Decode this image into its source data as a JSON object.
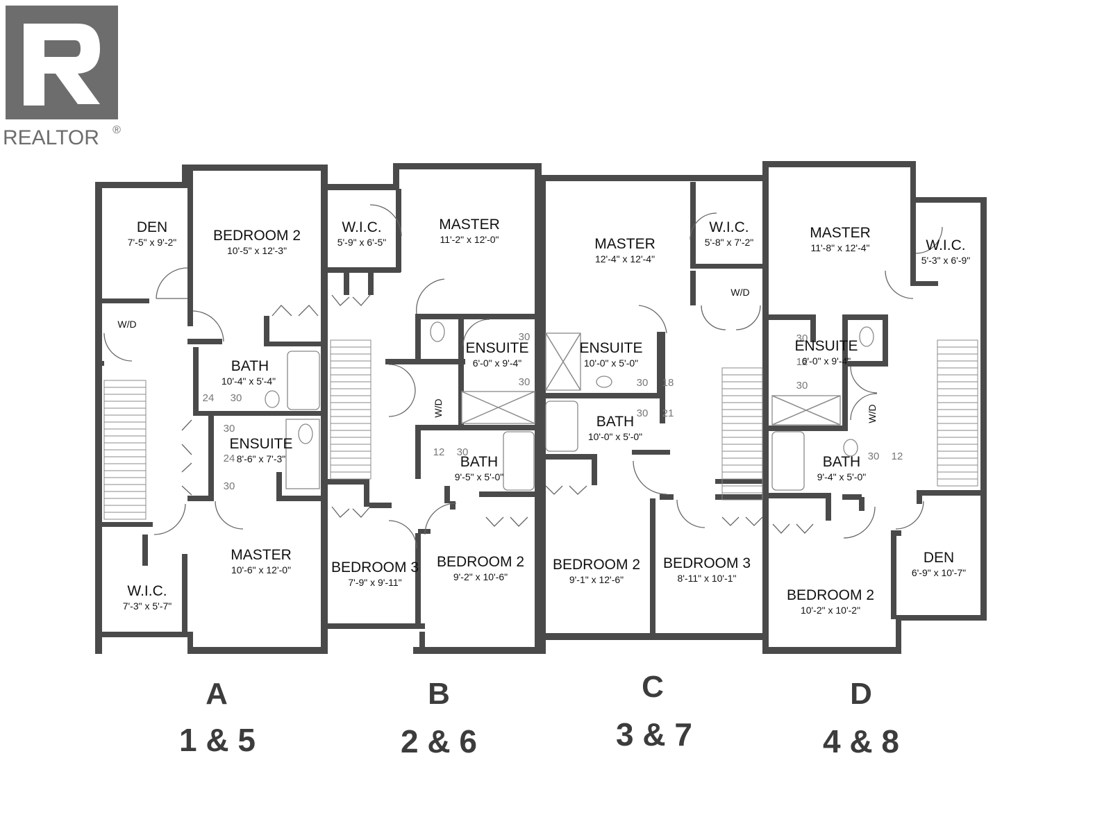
{
  "logo": {
    "text": "REALTOR",
    "mark": "®",
    "color": "#6d6d6d"
  },
  "units": [
    {
      "letter": "A",
      "numbers": "1 & 5",
      "rooms": [
        {
          "id": "a-den",
          "name": "DEN",
          "dims": "7'-5\" x 9'-2\""
        },
        {
          "id": "a-bedroom2",
          "name": "BEDROOM 2",
          "dims": "10'-5\" x 12'-3\""
        },
        {
          "id": "a-wd",
          "name": "W/D"
        },
        {
          "id": "a-bath",
          "name": "BATH",
          "dims": "10'-4\" x 5'-4\""
        },
        {
          "id": "a-ensuite",
          "name": "ENSUITE",
          "dims": "8'-6\" x 7'-3\""
        },
        {
          "id": "a-master",
          "name": "MASTER",
          "dims": "10'-6\" x 12'-0\""
        },
        {
          "id": "a-wic",
          "name": "W.I.C.",
          "dims": "7'-3\" x 5'-7\""
        }
      ],
      "fixtures": [
        "24",
        "30",
        "30",
        "24",
        "30"
      ]
    },
    {
      "letter": "B",
      "numbers": "2 & 6",
      "rooms": [
        {
          "id": "b-wic",
          "name": "W.I.C.",
          "dims": "5'-9\" x 6'-5\""
        },
        {
          "id": "b-master",
          "name": "MASTER",
          "dims": "11'-2\" x 12'-0\""
        },
        {
          "id": "b-ensuite",
          "name": "ENSUITE",
          "dims": "6'-0\" x 9'-4\""
        },
        {
          "id": "b-wd",
          "name": "W/D"
        },
        {
          "id": "b-bath",
          "name": "BATH",
          "dims": "9'-5\" x 5'-0\""
        },
        {
          "id": "b-bedroom3",
          "name": "BEDROOM 3",
          "dims": "7'-9\" x 9'-11\""
        },
        {
          "id": "b-bedroom2",
          "name": "BEDROOM 2",
          "dims": "9'-2\" x 10'-6\""
        }
      ],
      "fixtures": [
        "30",
        "30",
        "12",
        "30"
      ]
    },
    {
      "letter": "C",
      "numbers": "3 & 7",
      "rooms": [
        {
          "id": "c-master",
          "name": "MASTER",
          "dims": "12'-4\" x 12'-4\""
        },
        {
          "id": "c-wic",
          "name": "W.I.C.",
          "dims": "5'-8\" x 7'-2\""
        },
        {
          "id": "c-wd",
          "name": "W/D"
        },
        {
          "id": "c-ensuite",
          "name": "ENSUITE",
          "dims": "10'-0\" x 5'-0\""
        },
        {
          "id": "c-bath",
          "name": "BATH",
          "dims": "10'-0\" x 5'-0\""
        },
        {
          "id": "c-bedroom2",
          "name": "BEDROOM 2",
          "dims": "9'-1\" x 12'-6\""
        },
        {
          "id": "c-bedroom3",
          "name": "BEDROOM 3",
          "dims": "8'-11\" x 10'-1\""
        }
      ],
      "fixtures": [
        "30",
        "18",
        "30",
        "21"
      ]
    },
    {
      "letter": "D",
      "numbers": "4 & 8",
      "rooms": [
        {
          "id": "d-master",
          "name": "MASTER",
          "dims": "11'-8\" x 12'-4\""
        },
        {
          "id": "d-wic",
          "name": "W.I.C.",
          "dims": "5'-3\" x 6'-9\""
        },
        {
          "id": "d-ensuite",
          "name": "ENSUITE",
          "dims": "6'-0\" x 9'-4\""
        },
        {
          "id": "d-wd",
          "name": "W/D"
        },
        {
          "id": "d-bath",
          "name": "BATH",
          "dims": "9'-4\" x 5'-0\""
        },
        {
          "id": "d-bedroom2",
          "name": "BEDROOM 2",
          "dims": "10'-2\" x 10'-2\""
        },
        {
          "id": "d-den",
          "name": "DEN",
          "dims": "6'-9\" x 10'-7\""
        }
      ],
      "fixtures": [
        "30",
        "12",
        "30",
        "30",
        "12"
      ]
    }
  ]
}
